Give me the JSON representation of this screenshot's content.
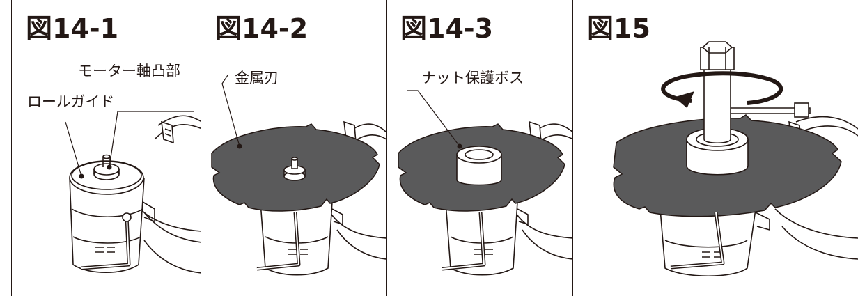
{
  "panels": [
    {
      "title": "図14-1",
      "labels": [
        "モーター軸凸部",
        "ロールガイド"
      ]
    },
    {
      "title": "図14-2",
      "labels": [
        "金属刃"
      ]
    },
    {
      "title": "図14-3",
      "labels": [
        "ナット保護ボス"
      ]
    },
    {
      "title": "図15",
      "labels": []
    }
  ],
  "colors": {
    "line": "#231815",
    "blade": "#5a5a5b",
    "bg": "#ffffff"
  }
}
